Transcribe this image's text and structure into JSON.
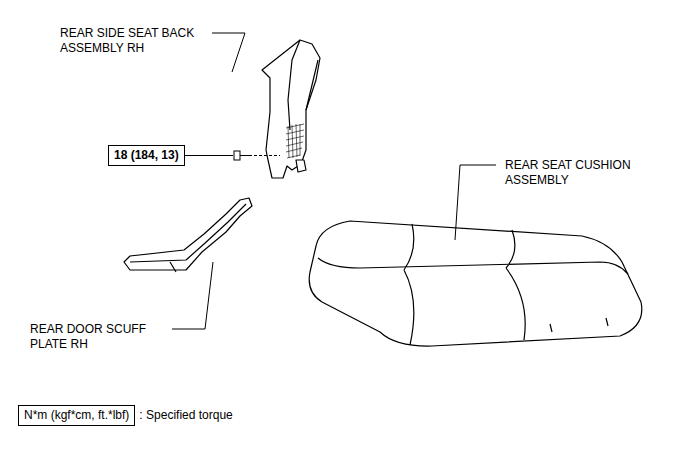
{
  "diagram": {
    "nodes": [
      {
        "text": [
          "18 (184, 13)"
        ]
      },
      {
        "text": [
          "N*m (kgf*cm, ft.*lbf)"
        ]
      }
    ],
    "labels": [
      "REAR SIDE SEAT BACK ASSEMBLY RH",
      "REAR SEAT CUSHION ASSEMBLY",
      "REAR DOOR SCUFF PLATE RH",
      ": Specified torque"
    ]
  }
}
